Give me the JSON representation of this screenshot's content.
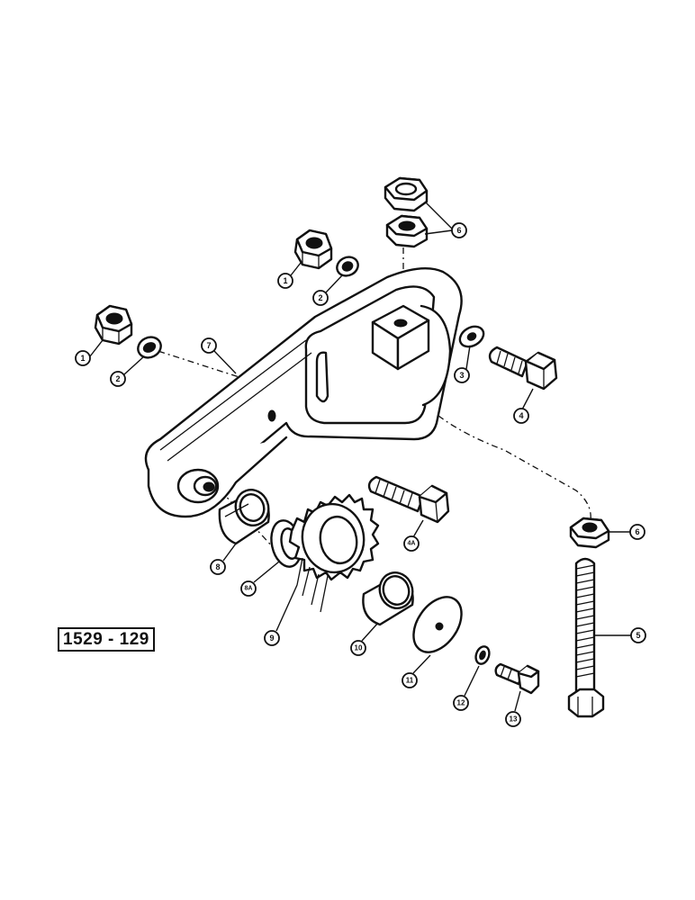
{
  "figure": {
    "id_label": "1529 - 129",
    "callouts": [
      {
        "key": "c1a",
        "label": "1"
      },
      {
        "key": "c2a",
        "label": "2"
      },
      {
        "key": "c1b",
        "label": "1"
      },
      {
        "key": "c2b",
        "label": "2"
      },
      {
        "key": "c3",
        "label": "3"
      },
      {
        "key": "c4",
        "label": "4"
      },
      {
        "key": "c4a",
        "label": "4A"
      },
      {
        "key": "c5",
        "label": "5"
      },
      {
        "key": "c6a",
        "label": "6"
      },
      {
        "key": "c6b",
        "label": "6"
      },
      {
        "key": "c7",
        "label": "7"
      },
      {
        "key": "c8",
        "label": "8"
      },
      {
        "key": "c8a",
        "label": "8A"
      },
      {
        "key": "c9",
        "label": "9"
      },
      {
        "key": "c10",
        "label": "10"
      },
      {
        "key": "c11",
        "label": "11"
      },
      {
        "key": "c12",
        "label": "12"
      },
      {
        "key": "c13",
        "label": "13"
      }
    ]
  }
}
